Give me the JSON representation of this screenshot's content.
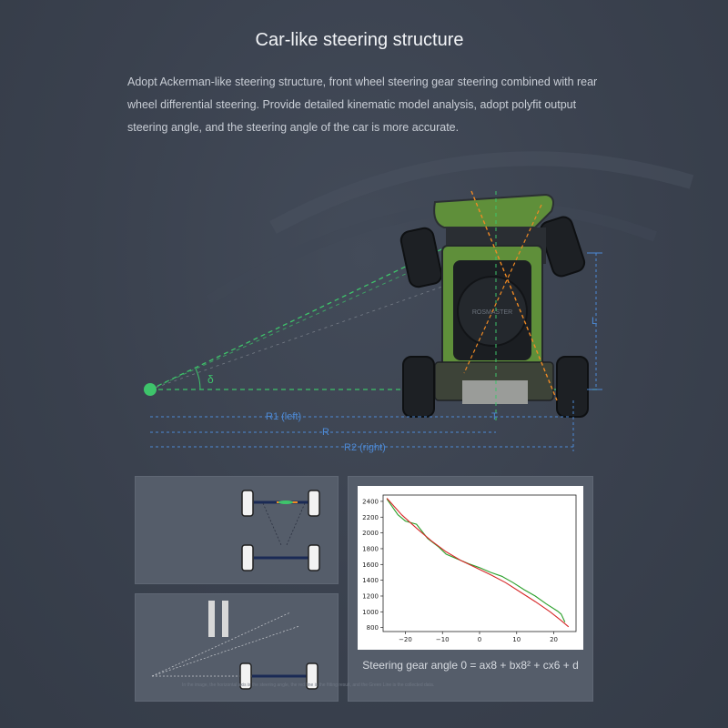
{
  "header": {
    "title": "Car-like steering structure",
    "description": "Adopt Ackerman-like steering structure, front wheel steering gear steering combined with rear wheel differential steering. Provide detailed kinematic model analysis, adopt polyfit output steering angle, and the steering angle of the car is more accurate."
  },
  "diagram": {
    "delta": "δ",
    "label_L": "L",
    "label_T": "T",
    "label_R1": "R1 (left)",
    "label_R": "R",
    "label_R2": "R2 (right)",
    "chip_text": "ROSMASTER"
  },
  "colors": {
    "green_dash": "#3ec46b",
    "orange_dash": "#f08a24",
    "blue_dim": "#4d8ad6",
    "chassis_green": "#5f8f3a",
    "center_dot": "#3ec46b"
  },
  "chart_data": {
    "type": "line",
    "xlim": [
      -26,
      26
    ],
    "ylim": [
      750,
      2480
    ],
    "xticks": [
      -20,
      -10,
      0,
      10,
      20
    ],
    "yticks": [
      800,
      1000,
      1200,
      1400,
      1600,
      1800,
      2000,
      2200,
      2400
    ],
    "series": [
      {
        "color": "#2ca02c",
        "x": [
          -25,
          -22,
          -20,
          -17,
          -14,
          -11,
          -9,
          -6,
          -3,
          0,
          3,
          6,
          9,
          12,
          15,
          18,
          21,
          22,
          23
        ],
        "y": [
          2430,
          2230,
          2150,
          2110,
          1930,
          1820,
          1730,
          1670,
          1610,
          1560,
          1500,
          1450,
          1370,
          1280,
          1200,
          1100,
          1010,
          970,
          870
        ]
      },
      {
        "color": "#d62728",
        "x": [
          -25,
          -21,
          -17,
          -13,
          -9,
          -5,
          -1,
          3,
          7,
          11,
          15,
          19,
          22,
          24
        ],
        "y": [
          2440,
          2230,
          2060,
          1900,
          1760,
          1650,
          1560,
          1470,
          1370,
          1250,
          1130,
          1000,
          890,
          810
        ]
      }
    ]
  },
  "formula": "Steering gear angle 0 = ax8 + bx8² + cx6 + d",
  "footnote": "In the image, the horizontal axis is the steering angle, the red line is the fitting result, and the Green Line is the collected data."
}
